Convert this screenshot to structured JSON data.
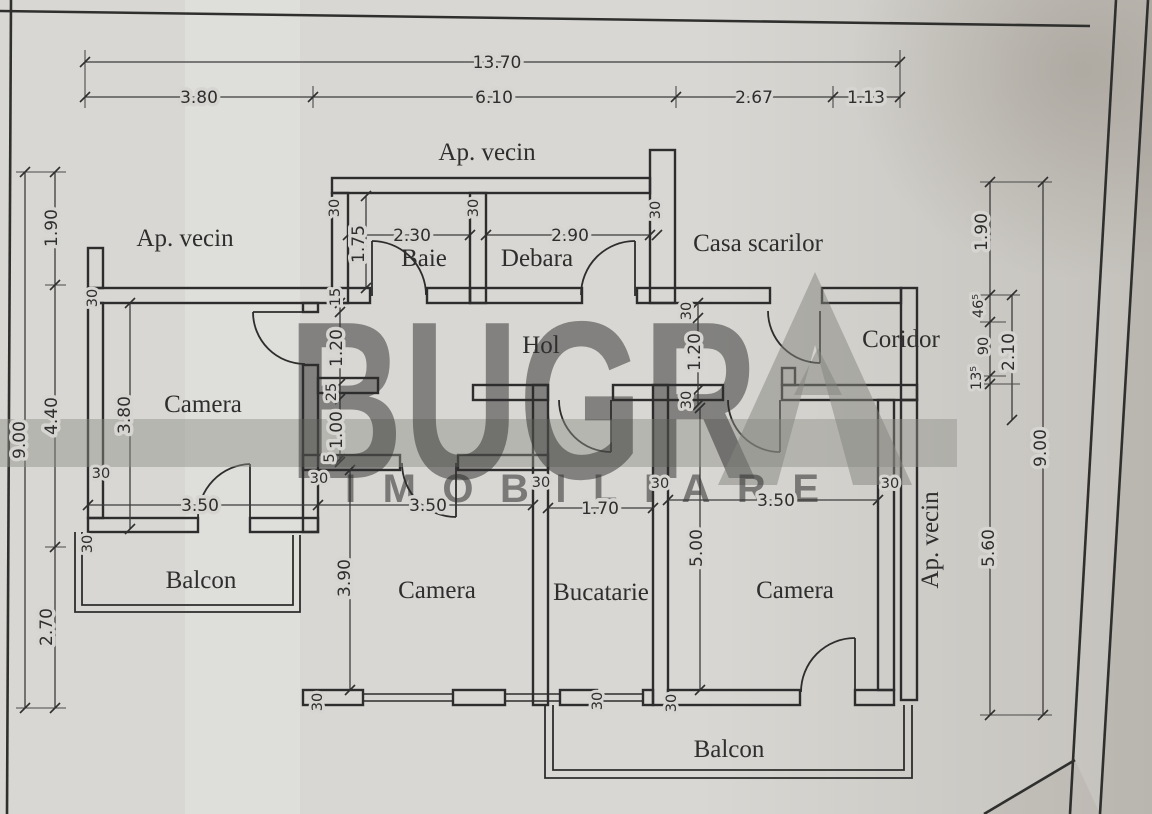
{
  "watermark": {
    "brand_partial": "BUGR",
    "brand_full": "BUGRA",
    "subtitle": "IMOBILIARE",
    "color": "#83837d"
  },
  "plan": {
    "wall_thickness_label": "30",
    "rooms": {
      "ap_vecin_top": "Ap. vecin",
      "ap_vecin_left": "Ap. vecin",
      "ap_vecin_right": "Ap. vecin",
      "baie": "Baie",
      "debara": "Debara",
      "casa_scarilor": "Casa scarilor",
      "hol": "Hol",
      "coridor": "Coridor",
      "camera_left": "Camera",
      "camera_mid": "Camera",
      "camera_right": "Camera",
      "bucatarie": "Bucatarie",
      "balcon_left": "Balcon",
      "balcon_bottom": "Balcon"
    },
    "dims": {
      "top_total": "13.70",
      "top_seg1": "3.80",
      "top_seg2": "6.10",
      "top_seg3": "2.67",
      "top_seg4": "1.13",
      "left_total": "9.00",
      "left_seg1": "1.90",
      "left_seg2": "4.40",
      "left_seg3": "2.70",
      "camera_left_height": "3.80",
      "camera_left_width": "3.50",
      "baie_width": "2.30",
      "baie_height": "1.75",
      "debara_width": "2.90",
      "hol_seg_15": "15",
      "hol_door": "1.20",
      "hol_seg_25": "25",
      "hol_opening": "1.00",
      "hol_seg_5": "5",
      "hol_right_door": "1.20",
      "camera_mid_width": "3.50",
      "camera_mid_height": "3.90",
      "bucatarie_width": "1.70",
      "camera_right_width": "3.50",
      "camera_right_height": "5.00",
      "right_total": "9.00",
      "right_seg1": "1.90",
      "right_seg2": "46⁵",
      "right_seg3": "90",
      "right_seg4": "13⁵",
      "right_group": "2.10",
      "right_seg5": "5.60"
    }
  }
}
